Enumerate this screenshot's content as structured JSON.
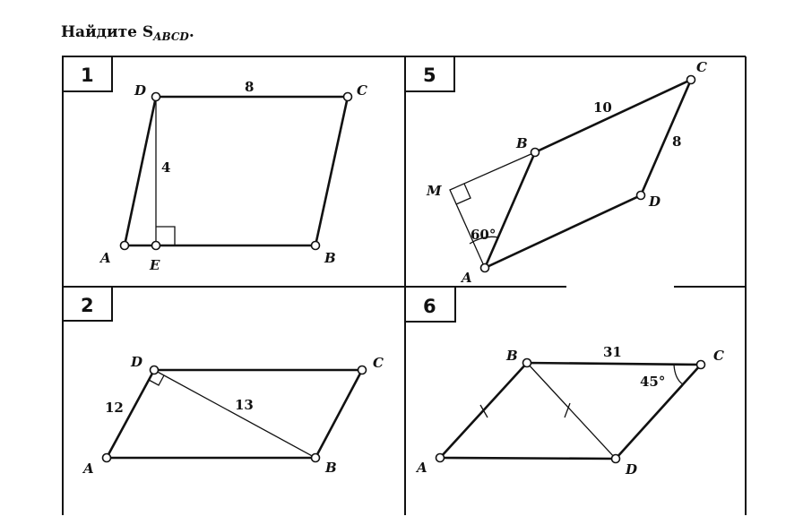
{
  "title": {
    "text": "Найдите S",
    "subscript": "ABCD",
    "period": "."
  },
  "problems": [
    {
      "number": "1",
      "vertices": {
        "A": "A",
        "B": "B",
        "C": "C",
        "D": "D",
        "E": "E"
      },
      "side_DC": "8",
      "height_DE": "4"
    },
    {
      "number": "5",
      "vertices": {
        "A": "A",
        "B": "B",
        "C": "C",
        "D": "D",
        "M": "M"
      },
      "side_BC": "10",
      "side_CD": "8",
      "angle_MAB": "60°"
    },
    {
      "number": "2",
      "vertices": {
        "A": "A",
        "B": "B",
        "C": "C",
        "D": "D"
      },
      "side_AD": "12",
      "diagonal_DB": "13"
    },
    {
      "number": "6",
      "vertices": {
        "A": "A",
        "B": "B",
        "C": "C",
        "D": "D"
      },
      "side_BC": "31",
      "angle_C": "45°"
    }
  ]
}
